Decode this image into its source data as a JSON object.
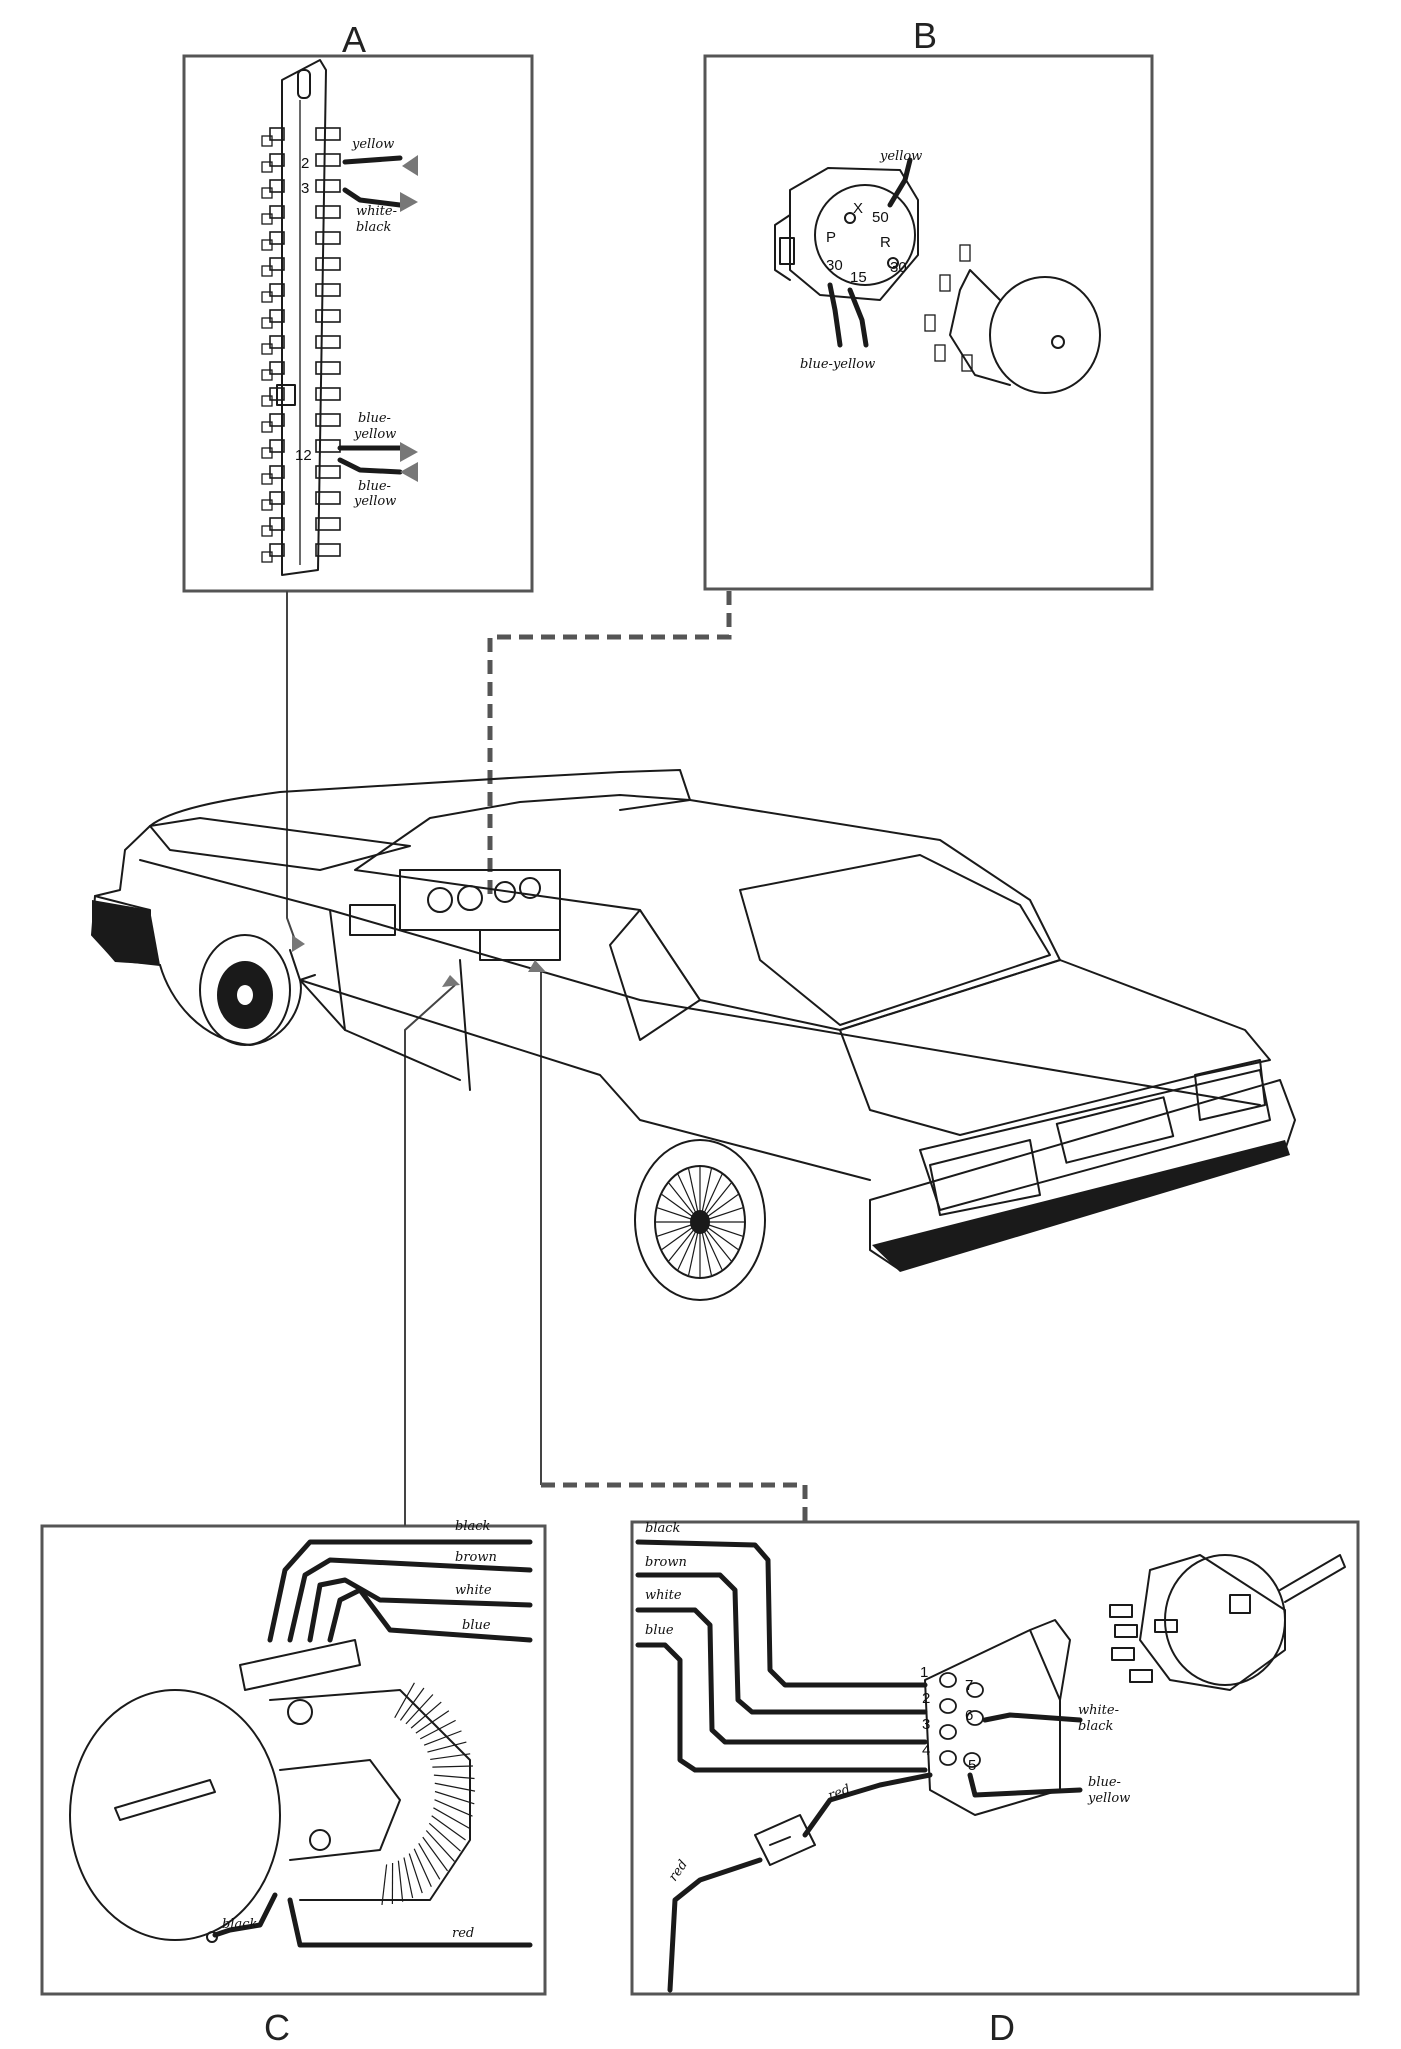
{
  "panels": {
    "a": {
      "letter": "A",
      "labels": [
        "yellow",
        "white-",
        "black",
        "blue-",
        "yellow",
        "blue-",
        "yellow"
      ],
      "numbers": [
        "2",
        "3",
        "12"
      ]
    },
    "b": {
      "letter": "B",
      "labels": [
        "yellow",
        "blue-yellow"
      ],
      "terminals": [
        "X",
        "50",
        "P",
        "R",
        "30",
        "15",
        "30"
      ]
    },
    "c": {
      "letter": "C",
      "labels": [
        "black",
        "brown",
        "white",
        "blue",
        "red",
        "black"
      ]
    },
    "d": {
      "letter": "D",
      "labels": [
        "black",
        "brown",
        "white",
        "blue",
        "red",
        "red",
        "white-",
        "black",
        "blue-",
        "yellow"
      ],
      "pins": [
        "1",
        "2",
        "3",
        "4",
        "7",
        "6",
        "5"
      ]
    }
  },
  "colors": {
    "ink": "#1a1a1a",
    "frame": "#555555",
    "marker": "#777777",
    "paper": "#ffffff"
  }
}
